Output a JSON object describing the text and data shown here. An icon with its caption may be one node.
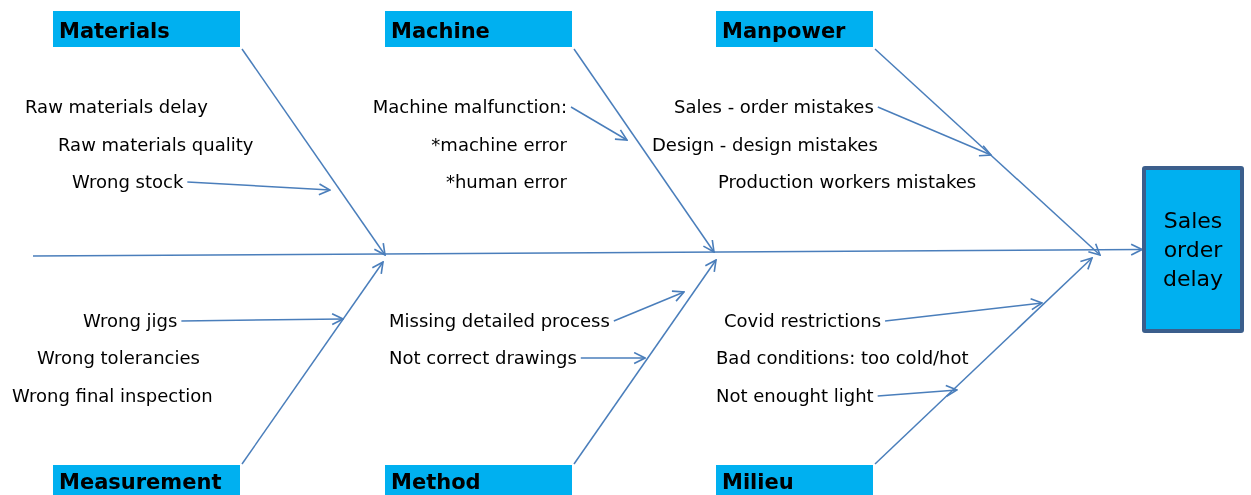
{
  "diagram": {
    "nodes": [
      {
        "text": [
          "Materials"
        ]
      },
      {
        "text": [
          "Machine"
        ]
      },
      {
        "text": [
          "Manpower"
        ]
      },
      {
        "text": [
          "Wrong stock"
        ]
      },
      {
        "text": [
          "Machine malfunction:"
        ]
      },
      {
        "text": [
          "Sales - order mistakes"
        ]
      },
      {
        "text": [
          "Sales order delay"
        ]
      },
      {
        "text": [
          "Wrong jigs"
        ]
      },
      {
        "text": [
          "Missing detailed process"
        ]
      },
      {
        "text": [
          "Not correct drawings"
        ]
      },
      {
        "text": [
          "Covid restrictions"
        ]
      },
      {
        "text": [
          "Not enought light"
        ]
      },
      {
        "text": [
          "Measurement"
        ]
      },
      {
        "text": [
          "Method"
        ]
      },
      {
        "text": [
          "Milieu"
        ]
      }
    ],
    "edges": [
      {
        "from": null,
        "to": 6,
        "arrow": "to"
      },
      {
        "from": 0,
        "to": null,
        "arrow": "to"
      },
      {
        "from": 1,
        "to": null,
        "arrow": "to"
      },
      {
        "from": 2,
        "to": null,
        "arrow": "to"
      },
      {
        "from": 12,
        "to": null,
        "arrow": "to"
      },
      {
        "from": 13,
        "to": null,
        "arrow": "to"
      },
      {
        "from": 14,
        "to": null,
        "arrow": "to"
      },
      {
        "from": 3,
        "to": null,
        "arrow": "to"
      },
      {
        "from": 4,
        "to": null,
        "arrow": "to"
      },
      {
        "from": 5,
        "to": null,
        "arrow": "to"
      },
      {
        "from": 7,
        "to": null,
        "arrow": "to"
      },
      {
        "from": 8,
        "to": null,
        "arrow": "to"
      },
      {
        "from": 9,
        "to": null,
        "arrow": "to"
      },
      {
        "from": 10,
        "to": null,
        "arrow": "to"
      },
      {
        "from": 11,
        "to": null,
        "arrow": "to"
      }
    ],
    "labels": [
      "Raw materials delay",
      "Raw materials quality",
      "*machine error",
      "*human error",
      "Design - design mistakes",
      "Production workers mistakes",
      "Wrong tolerancies",
      "Wrong final inspection",
      "Bad conditions: too cold/hot"
    ]
  }
}
